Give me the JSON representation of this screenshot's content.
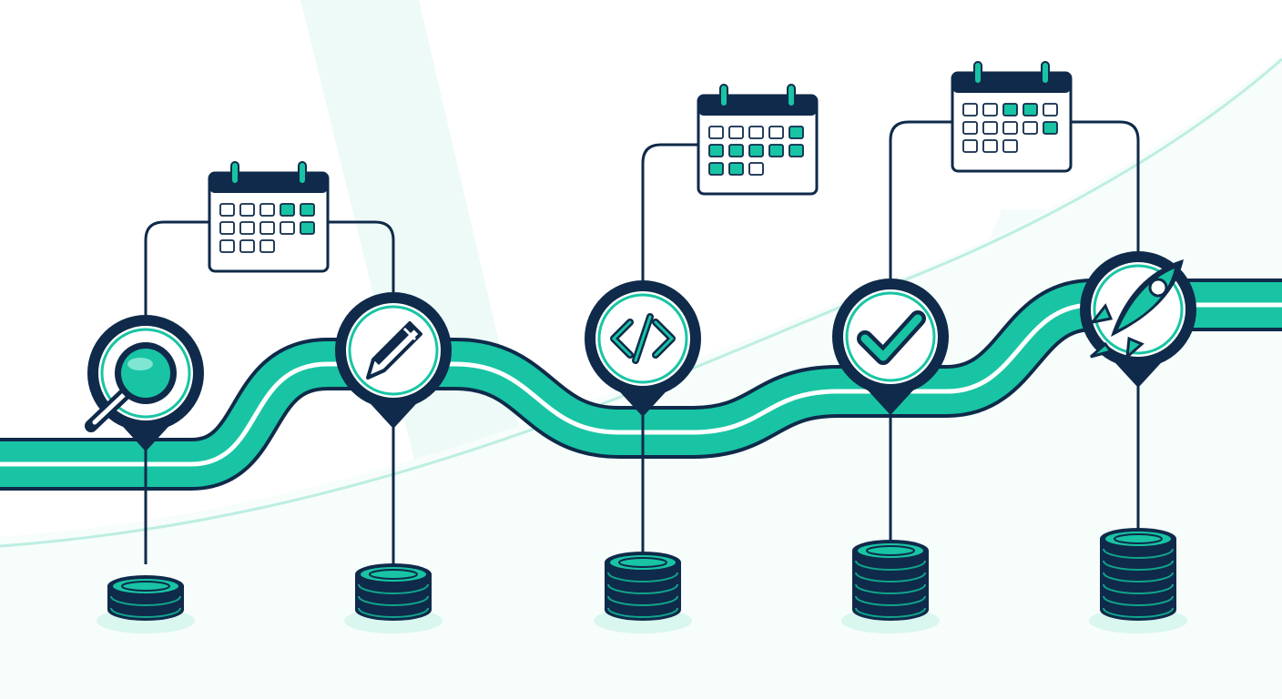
{
  "colors": {
    "navy": "#0f2a4a",
    "teal": "#18c4a4",
    "teal_dark": "#10a58c",
    "teal_light": "#d9f6ef",
    "background": "#ffffff"
  },
  "stages": [
    {
      "icon": "magnifier-icon",
      "calendar_filled": [
        3,
        4,
        9
      ],
      "coin_count": 2
    },
    {
      "icon": "pencil-icon",
      "calendar_filled": [],
      "coin_count": 3
    },
    {
      "icon": "code-brackets-icon",
      "calendar_filled": [
        4,
        5,
        6,
        7,
        8,
        9,
        10,
        11
      ],
      "coin_count": 4
    },
    {
      "icon": "checkmark-icon",
      "calendar_filled": [
        2,
        3,
        9
      ],
      "coin_count": 5
    },
    {
      "icon": "rocket-icon",
      "calendar_filled": [],
      "coin_count": 6
    }
  ]
}
